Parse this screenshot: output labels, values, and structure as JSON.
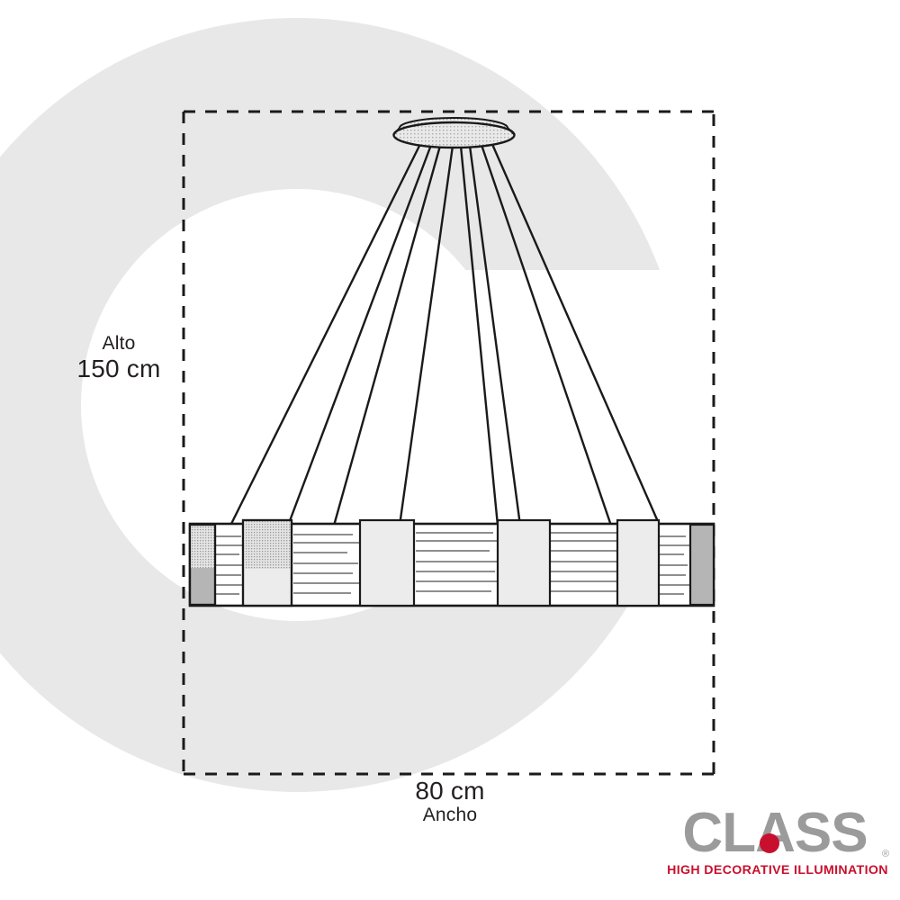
{
  "drawing": {
    "type": "product-dimension-diagram",
    "product": "linear-pendant-lamp",
    "background_color": "#ffffff",
    "watermark_color": "#e8e8e8",
    "line_color": "#1a1a1a"
  },
  "dimensions": {
    "height": {
      "label": "Alto",
      "value": "150 cm"
    },
    "width": {
      "value": "80 cm",
      "label": "Ancho"
    }
  },
  "fixture": {
    "canopy_name": "ceiling-canopy",
    "cable_count": 8,
    "end_cap_color": "#b5b5b5",
    "panel_color": "#ececec",
    "body_color": "#ffffff"
  },
  "brand": {
    "name": "CLASS",
    "tagline": "HIGH DECORATIVE ILLUMINATION",
    "wordmark_color": "#9b9b9b",
    "dot_color": "#c8102e",
    "tagline_color": "#c8102e",
    "registered_mark": "®"
  }
}
